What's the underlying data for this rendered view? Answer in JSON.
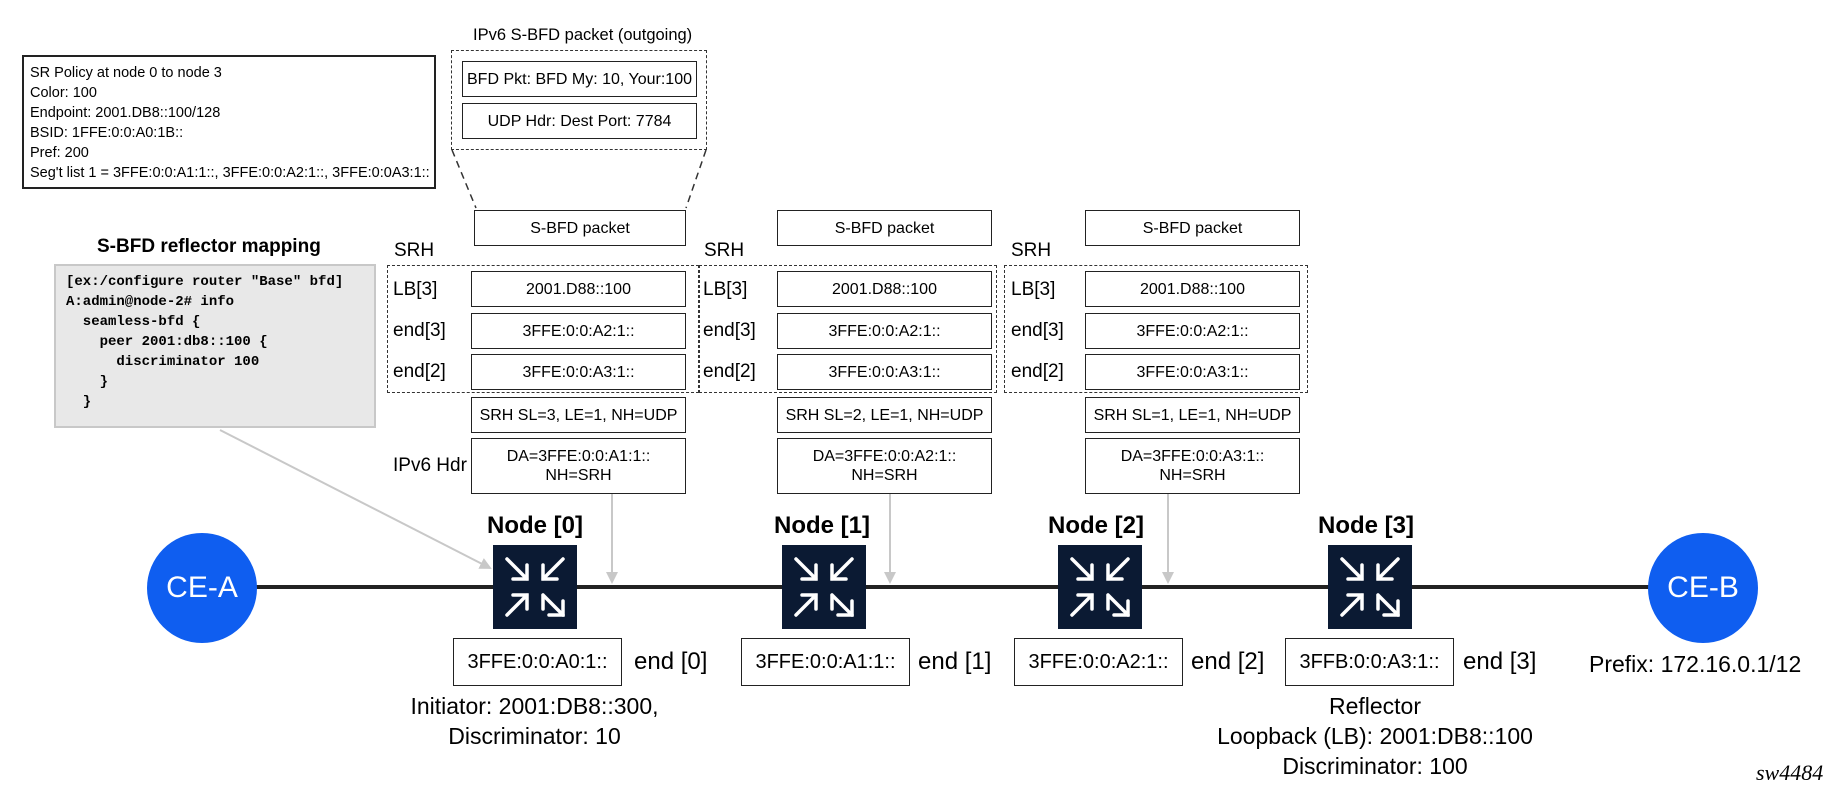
{
  "policy": {
    "lines": [
      "SR Policy at node 0 to node 3",
      "Color: 100",
      "Endpoint: 2001.DB8::100/128",
      "BSID: 1FFE:0:0:A0:1B::",
      "Pref: 200",
      "Seg't list 1 = 3FFE:0:0:A1:1::, 3FFE:0:0:A2:1::, 3FFE:0:0A3:1::"
    ]
  },
  "reflector_mapping": {
    "title": "S-BFD reflector mapping",
    "config": "[ex:/configure router \"Base\" bfd]\nA:admin@node-2# info\n  seamless-bfd {\n    peer 2001:db8::100 {\n      discriminator 100\n    }\n  }"
  },
  "outgoing_packet": {
    "title": "IPv6 S-BFD packet (outgoing)",
    "bfd": "BFD Pkt: BFD My: 10, Your:100",
    "udp": "UDP Hdr: Dest Port: 7784"
  },
  "labels": {
    "srh": "SRH",
    "ipv6_hdr": "IPv6 Hdr",
    "lb3": "LB[3]",
    "end3": "end[3]",
    "end2": "end[2]"
  },
  "stacks": [
    {
      "sbfd": "S-BFD packet",
      "lb": "2001.D88::100",
      "e3": "3FFE:0:0:A2:1::",
      "e2": "3FFE:0:0:A3:1::",
      "srh": "SRH SL=3, LE=1, NH=UDP",
      "da": "DA=3FFE:0:0:A1:1::",
      "nh": "NH=SRH"
    },
    {
      "sbfd": "S-BFD packet",
      "lb": "2001.D88::100",
      "e3": "3FFE:0:0:A2:1::",
      "e2": "3FFE:0:0:A3:1::",
      "srh": "SRH SL=2, LE=1, NH=UDP",
      "da": "DA=3FFE:0:0:A2:1::",
      "nh": "NH=SRH"
    },
    {
      "sbfd": "S-BFD packet",
      "lb": "2001.D88::100",
      "e3": "3FFE:0:0:A2:1::",
      "e2": "3FFE:0:0:A3:1::",
      "srh": "SRH SL=1, LE=1, NH=UDP",
      "da": "DA=3FFE:0:0:A3:1::",
      "nh": "NH=SRH"
    }
  ],
  "nodes": [
    {
      "title": "Node [0]",
      "addr": "3FFE:0:0:A0:1::",
      "end": "end [0]"
    },
    {
      "title": "Node [1]",
      "addr": "3FFE:0:0:A1:1::",
      "end": "end [1]"
    },
    {
      "title": "Node [2]",
      "addr": "3FFE:0:0:A2:1::",
      "end": "end [2]"
    },
    {
      "title": "Node [3]",
      "addr": "3FFB:0:0:A3:1::",
      "end": "end [3]"
    }
  ],
  "ce_a": "CE-A",
  "ce_b": "CE-B",
  "prefix": "Prefix: 172.16.0.1/12",
  "initiator": [
    "Initiator: 2001:DB8::300,",
    "Discriminator: 10"
  ],
  "reflector": [
    "Reflector",
    "Loopback (LB): 2001:DB8::100",
    "Discriminator: 100"
  ],
  "figure_id": "sw4484",
  "colors": {
    "ce": "#0f5ef0",
    "router": "#0b1a33",
    "line": "#222222",
    "arrow": "#c8c8c8",
    "config_bg": "#e8e8e8"
  },
  "icons": {
    "router": "router-icon"
  }
}
